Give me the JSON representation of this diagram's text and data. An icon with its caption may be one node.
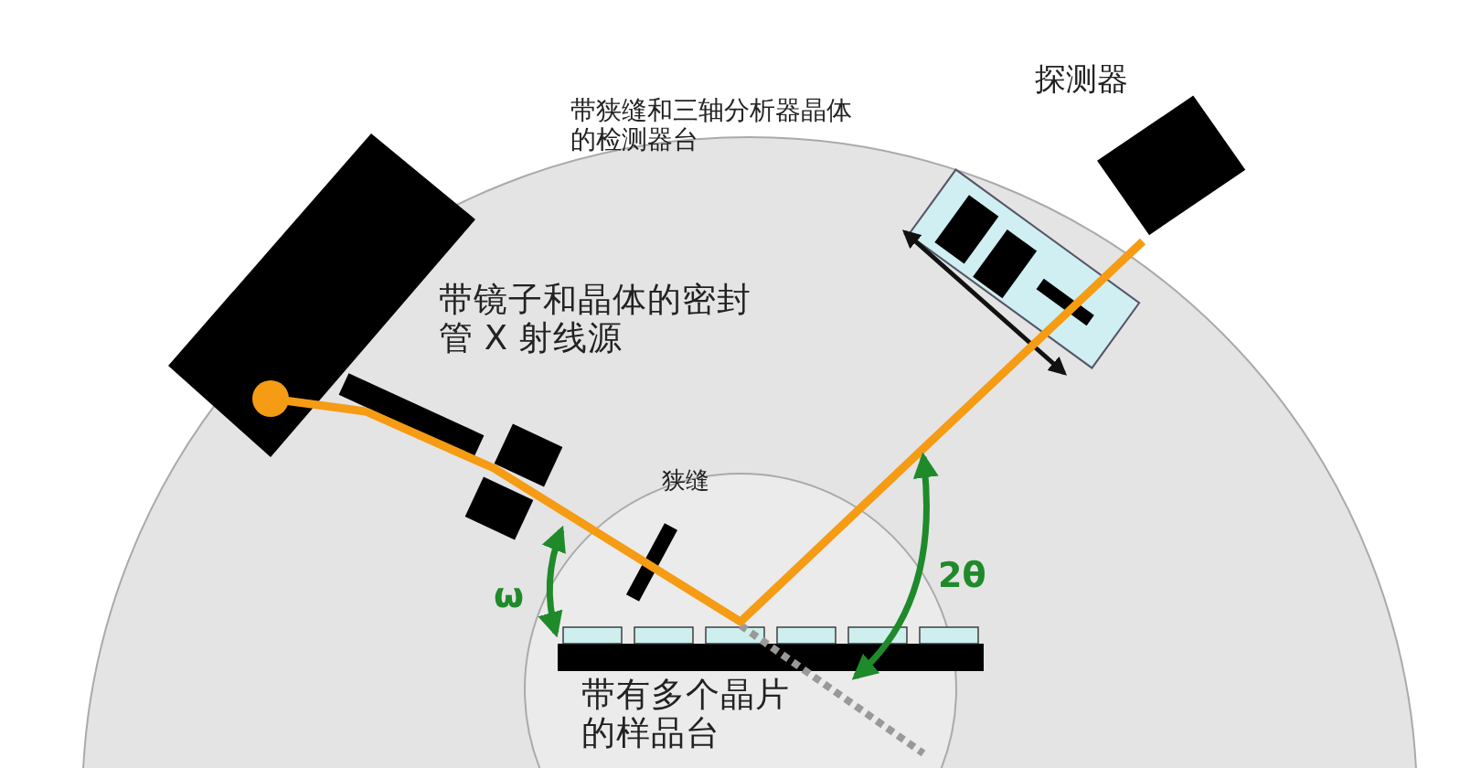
{
  "diagram": {
    "labels": [
      "探测器",
      "带狭缝和三轴分析器晶体的检测器台",
      "带镜子和晶体的密封管 X 射线源",
      "狭缝",
      "ω",
      "2θ",
      "带有多个晶片的样品台"
    ]
  }
}
